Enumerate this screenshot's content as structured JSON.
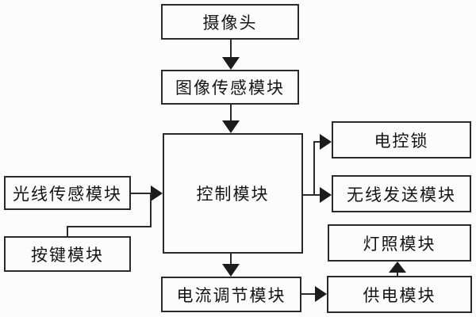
{
  "diagram": {
    "type": "block-diagram",
    "background_color": "#fcfcfc",
    "line_color": "#2a2a2a",
    "text_color": "#141414",
    "nodes": {
      "camera": {
        "label": "摄像头"
      },
      "image_sensor": {
        "label": "图像传感模块"
      },
      "control": {
        "label": "控制模块"
      },
      "light_sensor": {
        "label": "光线传感模块"
      },
      "key": {
        "label": "按键模块"
      },
      "lock": {
        "label": "电控锁"
      },
      "wireless": {
        "label": "无线发送模块"
      },
      "lighting": {
        "label": "灯照模块"
      },
      "power": {
        "label": "供电模块"
      },
      "current": {
        "label": "电流调节模块"
      }
    },
    "edges": [
      {
        "from": "camera",
        "to": "image_sensor",
        "style": "arrow-down"
      },
      {
        "from": "image_sensor",
        "to": "control",
        "style": "arrow-down"
      },
      {
        "from": "light_sensor",
        "to": "control",
        "style": "arrow-right"
      },
      {
        "from": "key",
        "to": "control",
        "style": "elbow-joins-light-sensor-line"
      },
      {
        "from": "control",
        "to": "lock",
        "style": "elbow-arrow-right"
      },
      {
        "from": "control",
        "to": "wireless",
        "style": "arrow-right"
      },
      {
        "from": "control",
        "to": "current",
        "style": "arrow-down"
      },
      {
        "from": "current",
        "to": "power",
        "style": "arrow-right"
      },
      {
        "from": "power",
        "to": "lighting",
        "style": "arrow-up"
      }
    ]
  }
}
